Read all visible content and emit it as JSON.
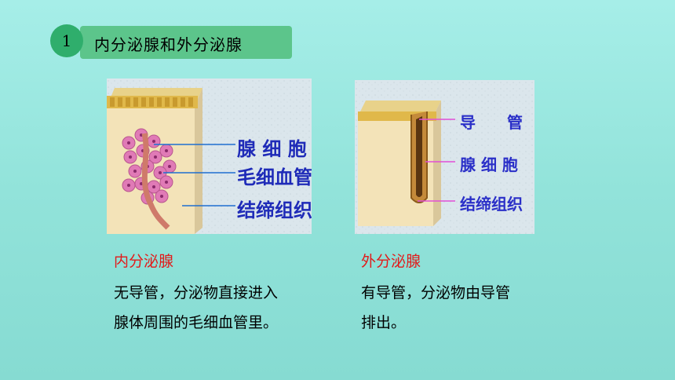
{
  "header": {
    "number": "1",
    "title": "内分泌腺和外分泌腺"
  },
  "left_figure": {
    "labels": {
      "gland_cell": "腺 细 胞",
      "capillary": "毛细血管",
      "connective_tissue": "结缔组织"
    }
  },
  "right_figure": {
    "labels": {
      "duct": "导　　管",
      "gland_cell": "腺 细 胞",
      "connective_tissue": "结缔组织"
    }
  },
  "left_caption": {
    "title": "内分泌腺",
    "line1": "无导管，分泌物直接进入",
    "line2": "腺体周围的毛细血管里。"
  },
  "right_caption": {
    "title": "外分泌腺",
    "line1": "有导管，分泌物由导管",
    "line2": "排出。"
  },
  "colors": {
    "background": "#8fe0d8",
    "header_bar": "#5cc58b",
    "caption_title": "#e21a1a",
    "left_label": "#1f2bb8",
    "right_label": "#2a2fc8",
    "right_pointer": "#e24fd6"
  }
}
